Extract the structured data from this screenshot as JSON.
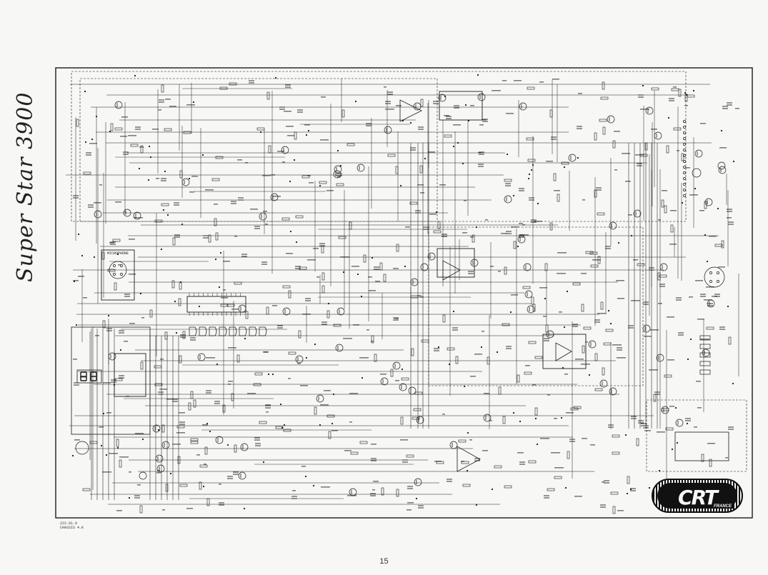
{
  "document": {
    "handwritten_title": "Super Star 3900",
    "page_number": "15",
    "logo_text": "CRT",
    "logo_subtext": "FRANCE",
    "footer_codes": [
      "222.01.0",
      "CHASSIS 4.K"
    ],
    "microphone_label": "MICROPHONE"
  },
  "schematic": {
    "ink_color": "#1a1a1a",
    "paper_color": "#f7f7f5"
  }
}
